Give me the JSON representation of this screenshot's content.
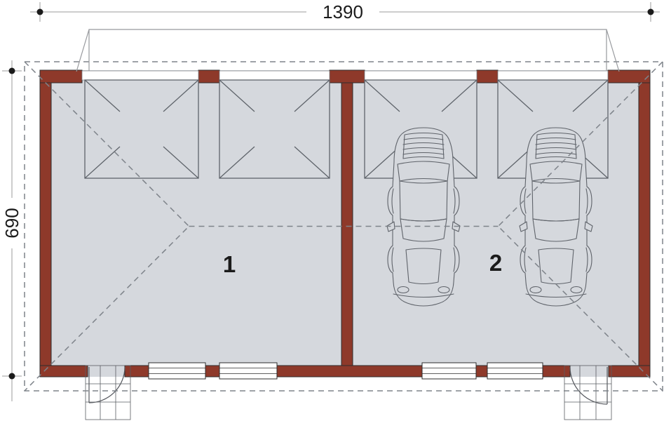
{
  "plan": {
    "subject": "garage-floor-plan",
    "dimension_labels": {
      "width": "1390",
      "height": "690"
    },
    "rooms": [
      {
        "id": "room-1",
        "label": "1"
      },
      {
        "id": "room-2",
        "label": "2"
      }
    ],
    "features": {
      "garage_door_openings": 4,
      "windows": 4,
      "entry_doors": 2,
      "cars_parked": 2
    },
    "colors": {
      "wall": "#8e392a",
      "floor": "#d5d8dd",
      "outline": "#2d2d2d",
      "detail": "#5f646b",
      "roof": "#7e838a",
      "dim": "#9b9b9b",
      "text": "#1b1b1b"
    }
  }
}
